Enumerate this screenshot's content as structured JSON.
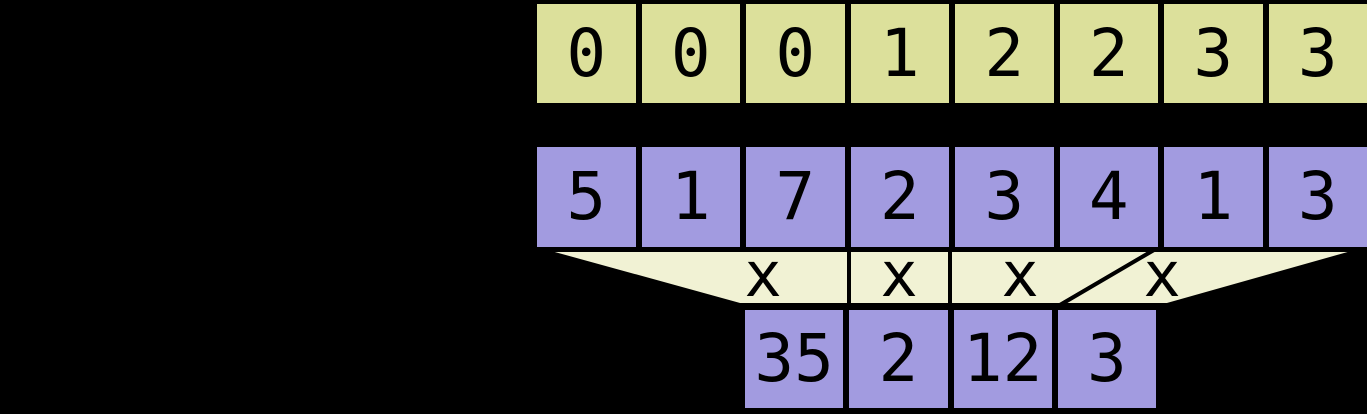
{
  "colors": {
    "background": "#000000",
    "segment_cell_fill": "#dce09b",
    "value_cell_fill": "#a29be0",
    "result_cell_fill": "#a29be0",
    "funnel_fill": "#f1f2d4",
    "border": "#000000",
    "text": "#000000"
  },
  "segment_id_row": {
    "cells": [
      "0",
      "0",
      "0",
      "1",
      "2",
      "2",
      "3",
      "3"
    ]
  },
  "value_row": {
    "cells": [
      "5",
      "1",
      "7",
      "2",
      "3",
      "4",
      "1",
      "3"
    ]
  },
  "operator_labels": [
    "x",
    "x",
    "x",
    "x"
  ],
  "result_row": {
    "cells": [
      "35",
      "2",
      "12",
      "3"
    ]
  }
}
